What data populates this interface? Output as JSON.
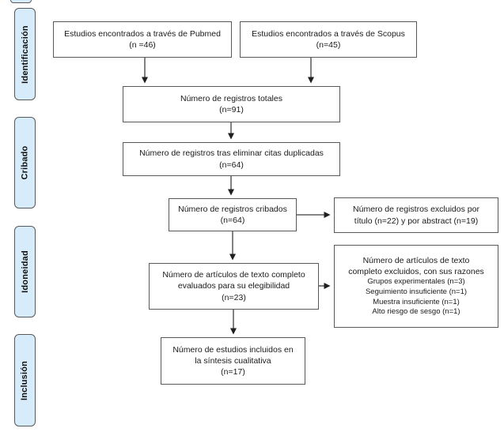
{
  "diagram": {
    "title": "PRISMA flow diagram (Spanish)",
    "colors": {
      "stage_fill": "#d6ecfa",
      "stage_border": "#595959",
      "box_border": "#595959",
      "arrow": "#1f1f1f",
      "text": "#1a1a1a"
    },
    "stages": [
      {
        "label": "Identificación"
      },
      {
        "label": "Cribado"
      },
      {
        "label": "Idoneidad"
      },
      {
        "label": "Inclusión"
      }
    ],
    "boxes": {
      "pubmed": {
        "lines": [
          "Estudios encontrados a través de Pubmed",
          "(n =46)"
        ]
      },
      "scopus": {
        "lines": [
          "Estudios encontrados a través de Scopus",
          "(n=45)"
        ]
      },
      "totales": {
        "lines": [
          "Número de registros totales",
          "(n=91)"
        ]
      },
      "duplicadas": {
        "lines": [
          "Número de registros tras eliminar citas duplicadas",
          "(n=64)"
        ]
      },
      "cribados": {
        "lines": [
          "Número de registros cribados",
          "(n=64)"
        ]
      },
      "excluidos_titulo": {
        "lines": [
          "Número de registros excluidos por",
          "título (n=22) y por abstract (n=19)"
        ]
      },
      "texto_completo": {
        "lines": [
          "Número de artículos de texto completo",
          "evaluados para su elegibilidad",
          "(n=23)"
        ]
      },
      "razones": {
        "title_lines": [
          "Número de artículos de texto",
          "completo excluidos, con sus razones"
        ],
        "reasons": [
          "Grupos experimentales (n=3)",
          "Seguimiento insuficiente (n=1)",
          "Muestra insuficiente (n=1)",
          "Alto riesgo de sesgo (n=1)"
        ]
      },
      "incluidos": {
        "lines": [
          "Número de estudios incluidos en",
          "la síntesis cualitativa",
          "(n=17)"
        ]
      }
    }
  }
}
